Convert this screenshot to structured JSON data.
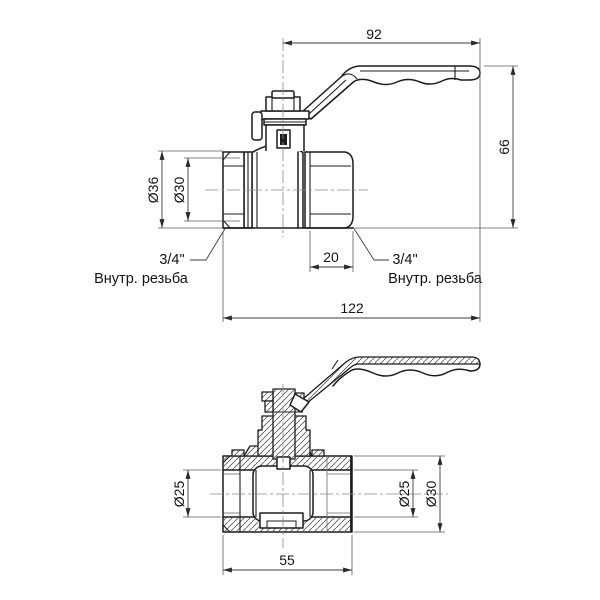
{
  "drawing": {
    "front_view": {
      "dims": {
        "handle_length": "92",
        "overall_height": "66",
        "nut_diameter": "Ø36",
        "thread_diameter": "Ø30",
        "right_port_depth": "20",
        "overall_length": "122"
      },
      "left_port": {
        "size": "3/4\"",
        "thread_type": "Внутр. резьба"
      },
      "right_port": {
        "size": "3/4\"",
        "thread_type": "Внутр. резьба"
      }
    },
    "section_view": {
      "dims": {
        "left_bore": "Ø25",
        "right_bore": "Ø25",
        "body_diameter": "Ø30",
        "body_length": "55"
      }
    },
    "colors": {
      "line": "#1c1c1c",
      "dim_line": "#3c3c3c",
      "background": "#ffffff"
    }
  }
}
